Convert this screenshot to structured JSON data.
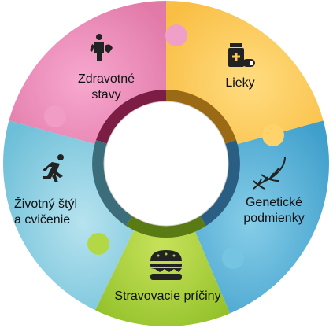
{
  "segments": [
    {
      "key": "health",
      "label_lines": [
        "Zdravotné",
        "stavy"
      ],
      "icon": "person-medical-icon",
      "color": "#ee87b6",
      "inner_color": "#8a1d45"
    },
    {
      "key": "medication",
      "label_lines": [
        "Lieky"
      ],
      "icon": "medicine-bottle-icon",
      "color": "#fdc95a",
      "inner_color": "#9a6d12"
    },
    {
      "key": "genetic",
      "label_lines": [
        "Genetické",
        "podmienky"
      ],
      "icon": "dna-icon",
      "color": "#6bbfde",
      "inner_color": "#1c5a7a"
    },
    {
      "key": "diet",
      "label_lines": [
        "Stravovacie príčiny"
      ],
      "icon": "burger-icon",
      "color": "#a8d13a",
      "inner_color": "#4d6b10"
    },
    {
      "key": "lifestyle",
      "label_lines": [
        "Životný štýl",
        "a cvičenie"
      ],
      "icon": "running-person-icon",
      "color": "#7fcde2",
      "inner_color": "#2c6270"
    }
  ]
}
